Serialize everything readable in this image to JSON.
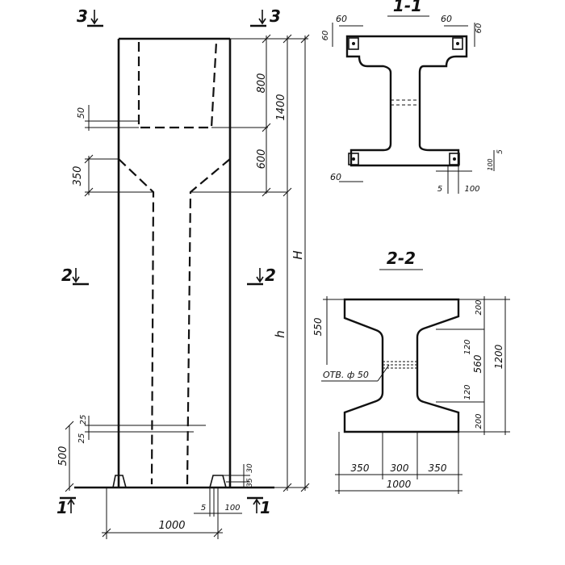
{
  "section_marks": {
    "s3": "3",
    "s2": "2",
    "s1": "1"
  },
  "elevation_dims": {
    "d800": "800",
    "d1400": "1400",
    "d600": "600",
    "H": "H",
    "h": "h",
    "d50": "50",
    "d350": "350",
    "d500": "500",
    "d25a": "25",
    "d25b": "25",
    "d30": "30",
    "d35": "35",
    "d5": "5",
    "d100": "100",
    "d1000": "1000"
  },
  "section_1": {
    "title": "1-1",
    "dims": {
      "d60_tl": "60",
      "d60_tr": "60",
      "d60_lside": "60",
      "d60_rside": "60",
      "d60_bl": "60",
      "d5": "5",
      "d100": "100",
      "d5_side": "5",
      "d100_side": "100"
    }
  },
  "section_2": {
    "title": "2-2",
    "dims": {
      "d550": "550",
      "d200_top": "200",
      "d120_top": "120",
      "d560": "560",
      "d1200": "1200",
      "d120_bot": "120",
      "d200_bot": "200",
      "d350_l": "350",
      "d300": "300",
      "d350_r": "350",
      "d1000": "1000"
    },
    "hole_label": "ОТВ. ф 50"
  }
}
